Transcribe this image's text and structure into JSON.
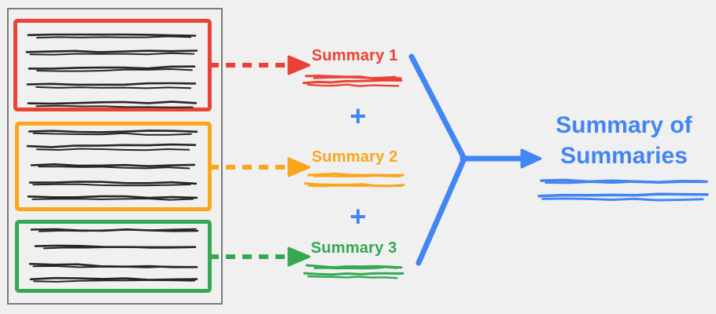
{
  "palette": {
    "background": "#f0f0f0",
    "ink": "#262626",
    "document_border": "#7b7b7b",
    "red": "#EA4335",
    "orange": "#FAA61A",
    "green": "#34A853",
    "blue": "#4285F4"
  },
  "document": {
    "sections": [
      {
        "name": "section-1",
        "color": "#EA4335",
        "text_line_count": 5
      },
      {
        "name": "section-2",
        "color": "#FAA61A",
        "text_line_count": 5
      },
      {
        "name": "section-3",
        "color": "#34A853",
        "text_line_count": 4
      }
    ]
  },
  "summaries": [
    {
      "label": "Summary 1",
      "color": "#EA4335"
    },
    {
      "label": "Summary 2",
      "color": "#FAA61A"
    },
    {
      "label": "Summary 3",
      "color": "#34A853"
    }
  ],
  "plus_sign": "+",
  "result": {
    "label": "Summary of Summaries",
    "color": "#4285F4"
  }
}
